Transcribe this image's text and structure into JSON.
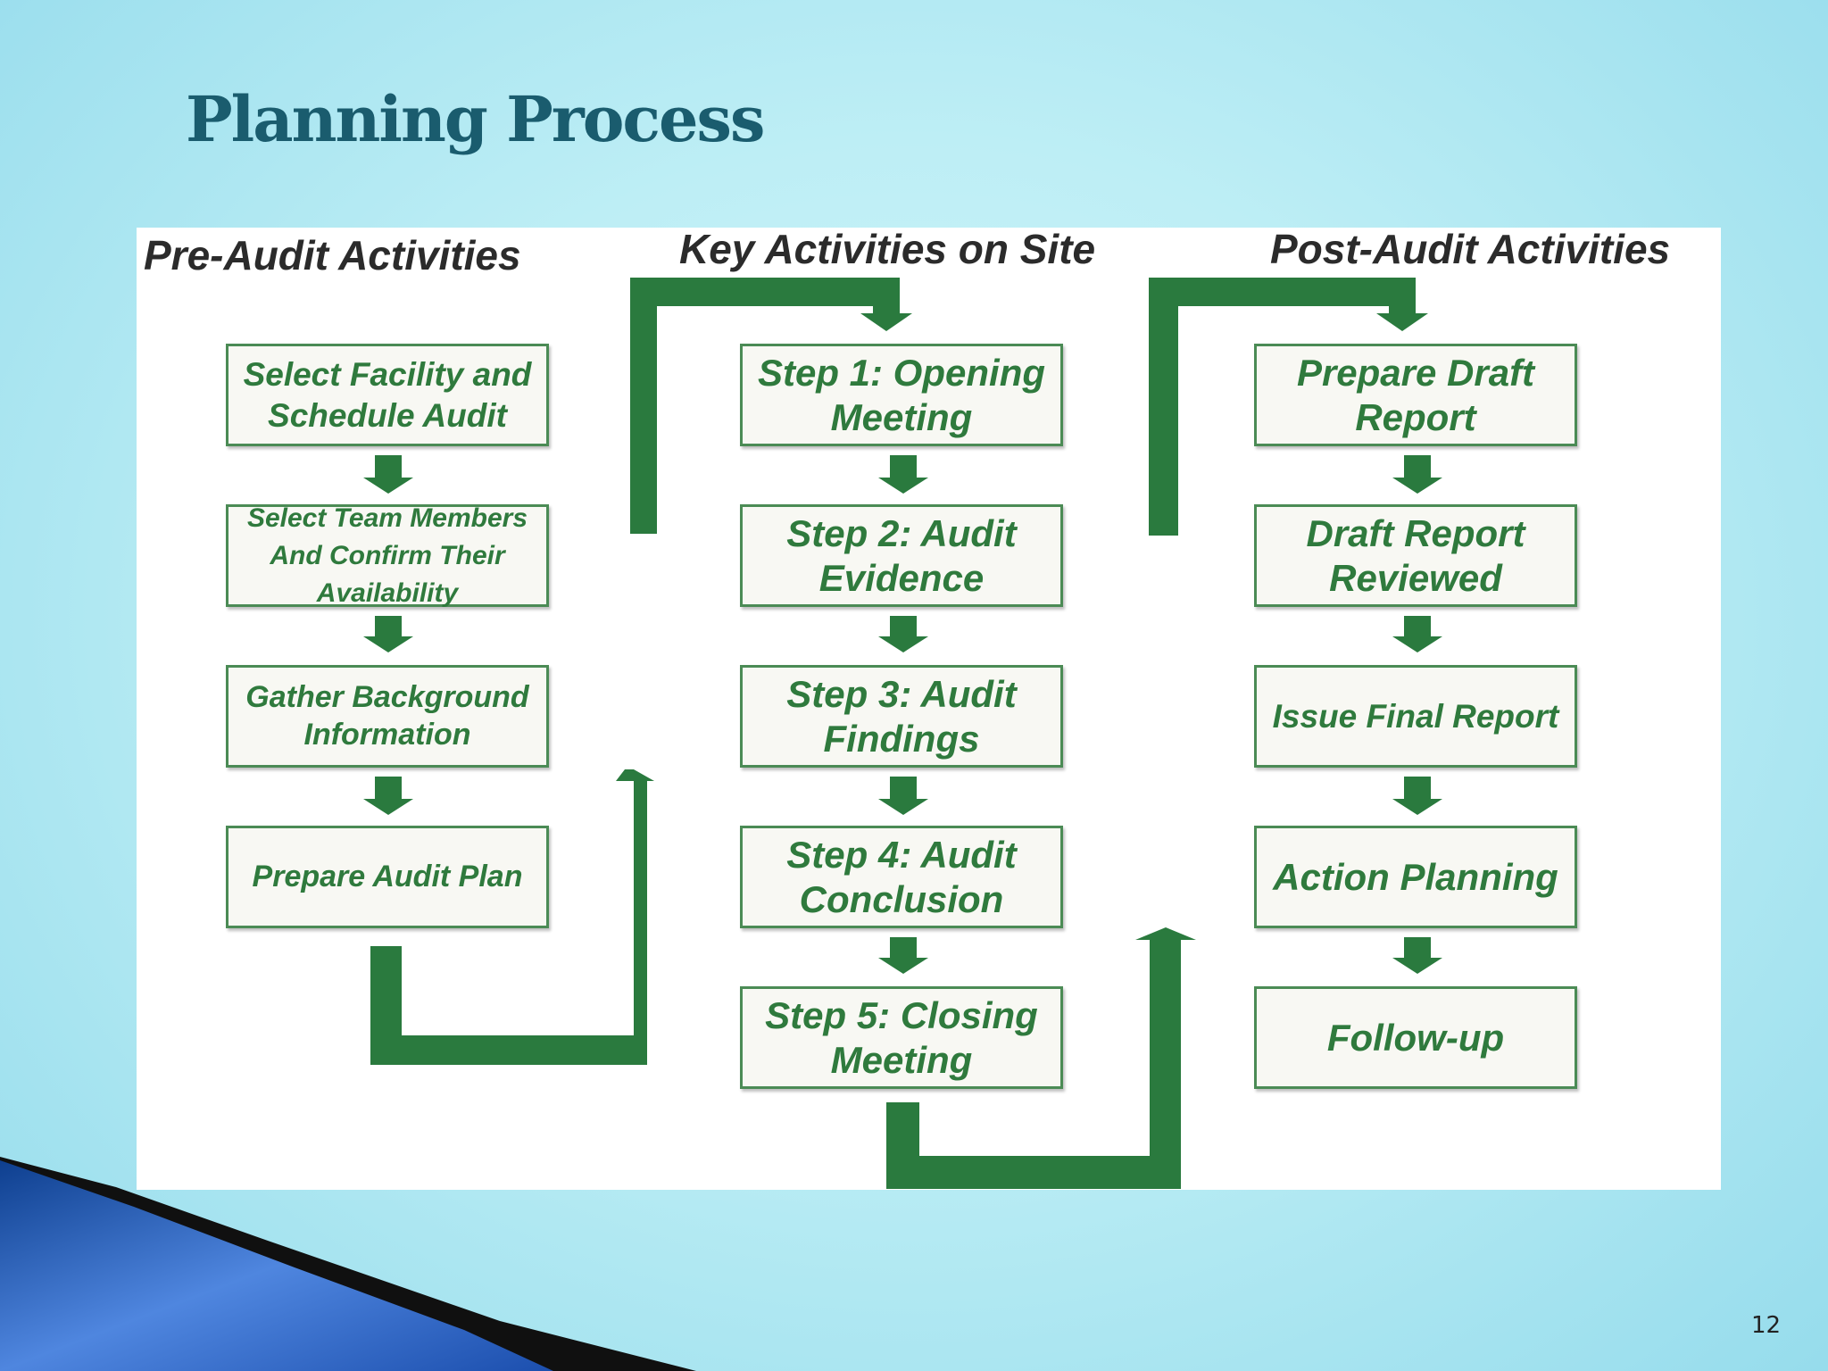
{
  "slide": {
    "title": "Planning Process",
    "page_number": "12"
  },
  "diagram": {
    "columns": [
      {
        "header": "Pre-Audit Activities",
        "steps": [
          "Select Facility and Schedule Audit",
          "Select Team Members And Confirm Their Availability",
          "Gather Background Information",
          "Prepare Audit Plan"
        ]
      },
      {
        "header": "Key Activities on Site",
        "steps": [
          "Step 1: Opening Meeting",
          "Step 2: Audit Evidence",
          "Step 3: Audit Findings",
          "Step 4: Audit Conclusion",
          "Step 5: Closing Meeting"
        ]
      },
      {
        "header": "Post-Audit Activities",
        "steps": [
          "Prepare Draft Report",
          "Draft Report Reviewed",
          "Issue Final Report",
          "Action Planning",
          "Follow-up"
        ]
      }
    ],
    "colors": {
      "arrow": "#2a7a3e",
      "box_border": "#4b8b55",
      "box_text": "#2f7a3d",
      "header_text": "#2b2b2b",
      "title": "#1a5c6e"
    }
  }
}
